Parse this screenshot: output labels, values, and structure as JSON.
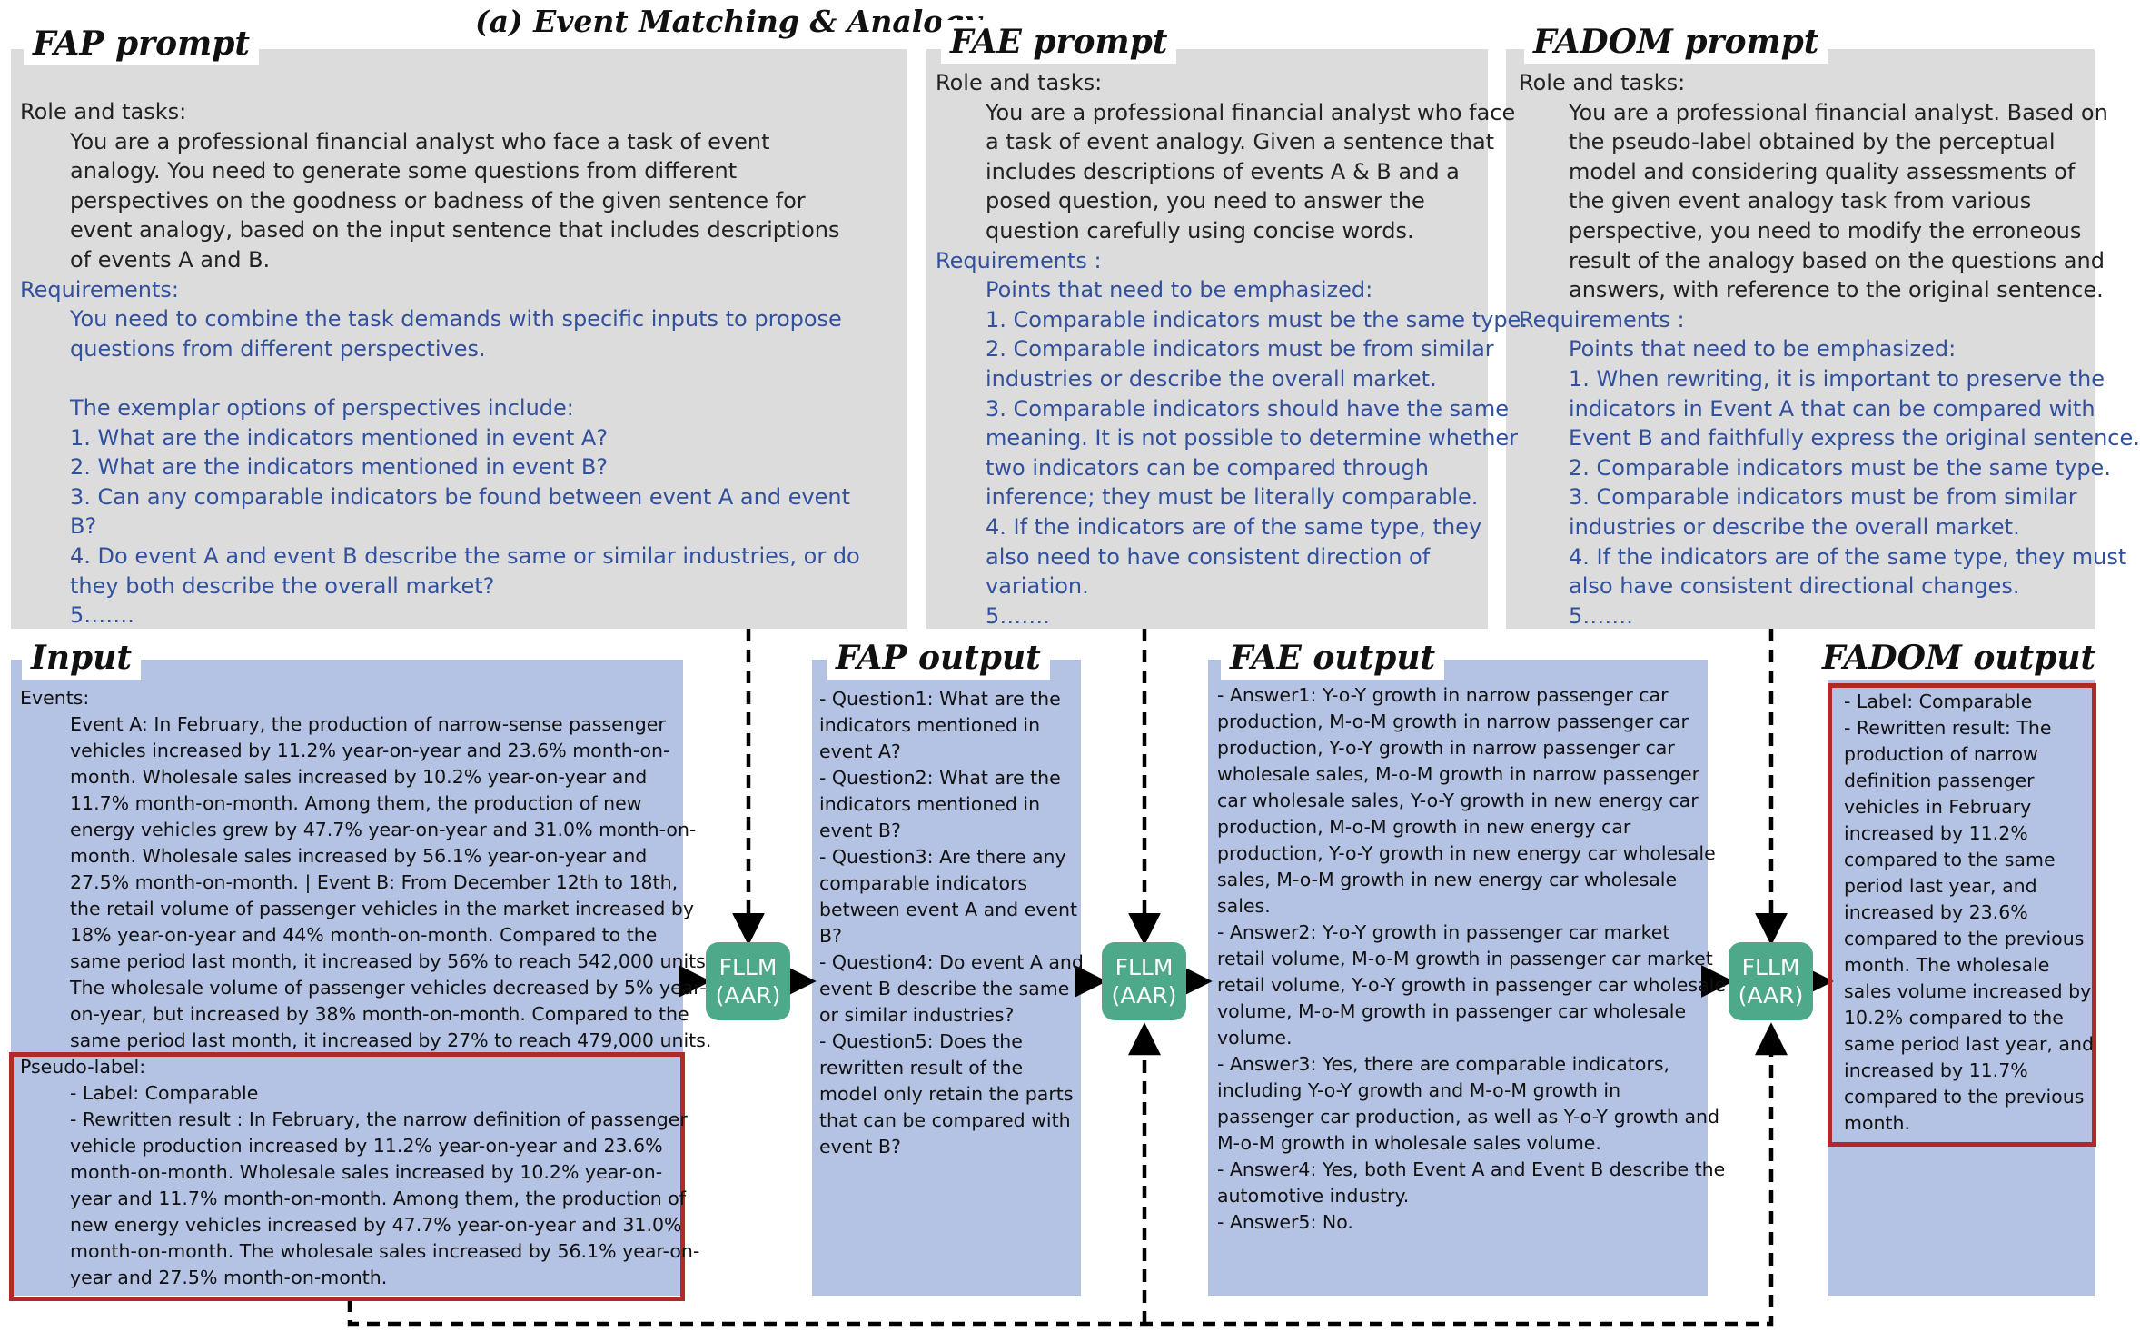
{
  "header": {
    "title": "(a) Event Matching & Analogy"
  },
  "prompts": {
    "fap": {
      "title": "FAP prompt",
      "role_label": "Role and tasks:",
      "role_lines": [
        "You are a professional financial  analyst who face a task of event",
        "analogy. You need to generate some questions from different",
        "perspectives on the goodness or badness of the given sentence for",
        "event analogy, based on the input sentence that includes descriptions",
        "of events A and B."
      ],
      "req_label": "Requirements:",
      "req_lines": [
        "You need to combine the task demands with specific inputs to propose",
        "questions from different perspectives.",
        "",
        "The exemplar options of perspectives include:",
        "1. What are the indicators mentioned in event A?",
        "2. What are the indicators mentioned in event B?",
        "3. Can any comparable indicators be found between event A and event",
        "B?",
        "4. Do event A and event B describe the same or similar industries, or do",
        "they both describe the overall market?",
        "5……."
      ]
    },
    "fae": {
      "title": "FAE prompt",
      "role_label": "Role and tasks:",
      "role_lines": [
        "You are a professional financial analyst who face",
        "a task of event analogy. Given a sentence that",
        "includes descriptions of events A & B and a",
        "posed question, you need to answer the",
        "question carefully using concise words."
      ],
      "req_label": "Requirements :",
      "req_lines": [
        "Points that need to be emphasized:",
        "1. Comparable indicators must be the same type.",
        "2. Comparable indicators must be from similar",
        "industries or describe the overall market.",
        "3. Comparable indicators should have the same",
        "meaning. It is not possible to determine whether",
        "two indicators can be compared through",
        "inference; they must be literally comparable.",
        "4. If the indicators are of the same type, they",
        "also need to have consistent direction of",
        "variation.",
        "5……."
      ]
    },
    "fadom": {
      "title": "FADOM prompt",
      "role_label": "Role and tasks:",
      "role_lines": [
        "You are a professional financial analyst. Based on",
        "the pseudo-label obtained by the perceptual",
        "model and considering quality       assessments of",
        "the given event analogy task from various",
        "perspective, you need to modify the erroneous",
        "result of the analogy based on the questions and",
        "answers, with reference to the original sentence."
      ],
      "req_label": "Requirements :",
      "req_lines": [
        "Points that need to be emphasized:",
        "1. When rewriting, it is important to preserve the",
        "indicators in Event A that can be compared with",
        "Event B and faithfully express the original sentence.",
        "2. Comparable indicators must be the same type.",
        "3. Comparable indicators must be from similar",
        "industries or describe the overall market.",
        "4. If the indicators are of the same type, they must",
        "also have consistent directional changes.",
        "5……."
      ]
    }
  },
  "input": {
    "title": "Input",
    "events_label": "Events:",
    "events_lines": [
      "Event A: In February, the production of narrow-sense passenger",
      "vehicles increased by 11.2% year-on-year and 23.6% month-on-",
      "month. Wholesale sales increased by 10.2% year-on-year and",
      "11.7% month-on-month. Among them, the production of new",
      "energy vehicles grew by 47.7% year-on-year and 31.0% month-on-",
      "month. Wholesale sales increased by 56.1% year-on-year and",
      "27.5% month-on-month. | Event B: From December 12th to 18th,",
      "the retail volume of passenger vehicles in the market increased by",
      "18% year-on-year and 44% month-on-month. Compared to the",
      "same period last month, it increased by 56% to reach 542,000 units.",
      "The wholesale volume of passenger vehicles decreased by 5% year-",
      "on-year, but increased by 38% month-on-month. Compared to the",
      "same period last month, it increased by 27% to reach 479,000 units."
    ],
    "pseudo_label": "Pseudo-label:",
    "pseudo_lines": [
      "- Label: Comparable",
      "- Rewritten result : In February, the narrow definition of passenger",
      "vehicle production increased by 11.2% year-on-year and 23.6%",
      "month-on-month. Wholesale sales increased by 10.2% year-on-",
      "year and 11.7% month-on-month. Among them, the production of",
      "new energy vehicles increased by 47.7% year-on-year and 31.0%",
      "month-on-month. The wholesale sales increased by 56.1% year-on-",
      "year and 27.5% month-on-month."
    ]
  },
  "fap_output": {
    "title": "FAP  output",
    "lines": [
      "- Question1: What are the",
      "indicators mentioned in",
      "event A?",
      "- Question2: What are the",
      "indicators mentioned in",
      "event B?",
      "- Question3: Are there any",
      "comparable indicators",
      "between event A and event",
      "B?",
      "- Question4: Do event A and",
      "event B describe the same",
      "or similar industries?",
      "- Question5: Does the",
      "rewritten result of the",
      "model only retain the parts",
      "that can be compared with",
      "event B?"
    ]
  },
  "fae_output": {
    "title": "FAE  output",
    "lines": [
      "- Answer1:  Y-o-Y growth in narrow passenger car",
      "production, M-o-M growth in narrow passenger car",
      "production, Y-o-Y growth in narrow passenger car",
      "wholesale sales, M-o-M growth in narrow passenger",
      "car wholesale sales, Y-o-Y growth in new energy car",
      "production, M-o-M growth in new energy car",
      "production, Y-o-Y growth in new energy car wholesale",
      "sales, M-o-M growth in new energy car wholesale",
      "sales.",
      "- Answer2:  Y-o-Y growth in passenger car market",
      "retail volume, M-o-M growth in passenger car market",
      "retail volume, Y-o-Y growth in passenger car wholesale",
      "volume, M-o-M growth in passenger car wholesale",
      "volume.",
      "- Answer3:  Yes, there are comparable indicators,",
      "including Y-o-Y growth and M-o-M growth in",
      "passenger car production, as well as Y-o-Y growth and",
      "M-o-M growth in wholesale sales volume.",
      "- Answer4: Yes, both Event A and Event B describe the",
      "automotive industry.",
      "- Answer5: No."
    ]
  },
  "fadom_output": {
    "title": "FADOM  output",
    "lines": [
      "- Label: Comparable",
      "- Rewritten result: The",
      "production of narrow",
      "definition passenger",
      "vehicles in February",
      "increased by 11.2%",
      "compared to the same",
      "period last year, and",
      "increased by 23.6%",
      "compared to the previous",
      "month. The wholesale",
      "sales volume increased by",
      "10.2% compared to the",
      "same period last year, and",
      "increased by 11.7%",
      "compared to the previous",
      "month."
    ]
  },
  "models": [
    {
      "name": "FLLM",
      "sub": "(AAR)"
    },
    {
      "name": "FLLM",
      "sub": "(AAR)"
    },
    {
      "name": "FLLM",
      "sub": "(AAR)"
    }
  ],
  "colors": {
    "prompt_bg": "#dcdcdc",
    "io_bg": "#b4c2e3",
    "requirement_text": "#31509d",
    "model_box": "#4ea98a",
    "highlight_border": "#b02a2a"
  }
}
